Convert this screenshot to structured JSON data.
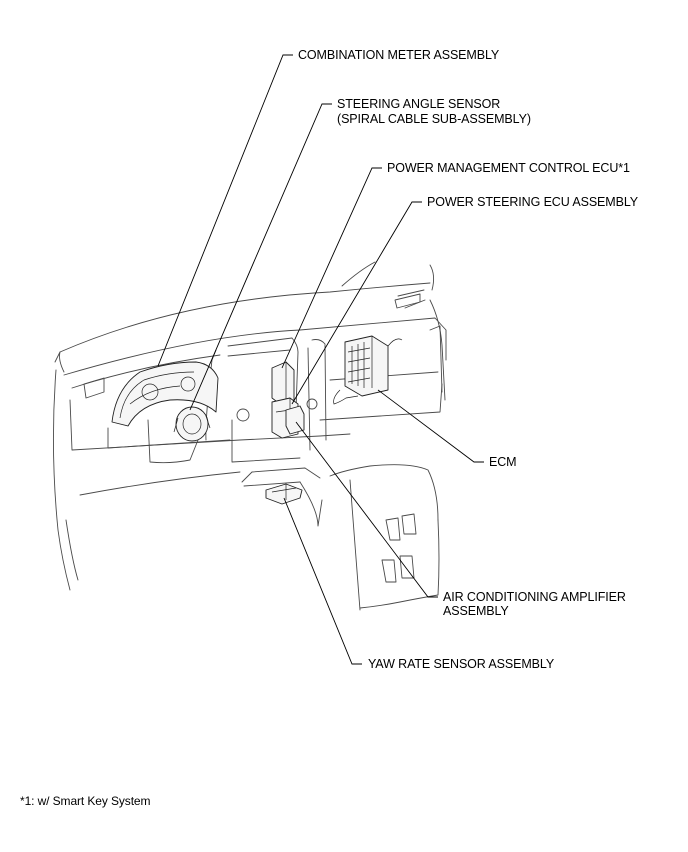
{
  "labels": {
    "combination_meter": "COMBINATION METER ASSEMBLY",
    "steering_angle_line1": "STEERING ANGLE SENSOR",
    "steering_angle_line2": "(SPIRAL CABLE SUB-ASSEMBLY)",
    "power_management": "POWER MANAGEMENT CONTROL ECU*1",
    "power_steering": "POWER STEERING ECU ASSEMBLY",
    "ecm": "ECM",
    "air_conditioning_line1": "AIR CONDITIONING AMPLIFIER",
    "air_conditioning_line2": "ASSEMBLY",
    "yaw_rate": "YAW RATE SENSOR ASSEMBLY"
  },
  "footnote": "*1: w/ Smart Key System"
}
